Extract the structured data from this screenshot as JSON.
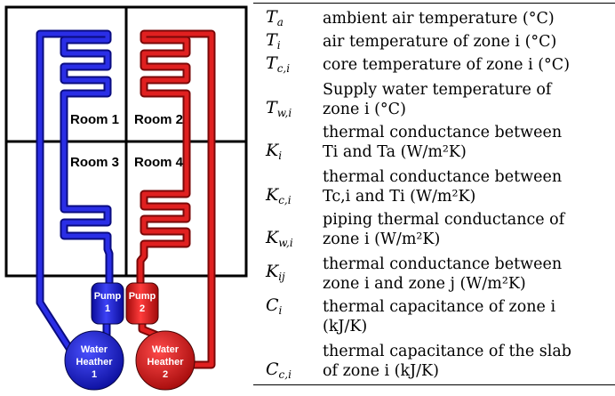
{
  "diagram": {
    "rooms": [
      "Room 1",
      "Room 2",
      "Room 3",
      "Room 4"
    ],
    "pump1": [
      "Pump",
      "1"
    ],
    "pump2": [
      "Pump",
      "2"
    ],
    "heater1": [
      "Water",
      "Heather",
      "1"
    ],
    "heater2": [
      "Water",
      "Heather",
      "2"
    ],
    "colors": {
      "loop1": "#1f22d8",
      "loop2": "#d81c1c",
      "walls": "#000000"
    }
  },
  "symbols": [
    {
      "symbol": "T",
      "sub": "a",
      "desc": [
        "ambient air temperature (°C)"
      ]
    },
    {
      "symbol": "T",
      "sub": "i",
      "desc": [
        "air temperature of zone i (°C)"
      ]
    },
    {
      "symbol": "T",
      "sub": "c,i",
      "desc": [
        "core temperature of zone i (°C)"
      ]
    },
    {
      "symbol": "T",
      "sub": "w,i",
      "desc": [
        "Supply water temperature of",
        "zone i (°C)"
      ]
    },
    {
      "symbol": "K",
      "sub": "i",
      "desc": [
        "thermal conductance between",
        "Ti and Ta (W/m²K)"
      ]
    },
    {
      "symbol": "K",
      "sub": "c,i",
      "desc": [
        "thermal conductance between",
        "Tc,i and Ti (W/m²K)"
      ]
    },
    {
      "symbol": "K",
      "sub": "w,i",
      "desc": [
        "piping thermal conductance of",
        "zone i (W/m²K)"
      ]
    },
    {
      "symbol": "K",
      "sub": "ij",
      "desc": [
        "thermal conductance between",
        "zone i and zone j (W/m²K)"
      ]
    },
    {
      "symbol": "C",
      "sub": "i",
      "desc": [
        "thermal capacitance of zone i",
        "(kJ/K)"
      ]
    },
    {
      "symbol": "C",
      "sub": "c,i",
      "desc": [
        "thermal capacitance of the slab",
        "of zone i (kJ/K)"
      ]
    }
  ]
}
